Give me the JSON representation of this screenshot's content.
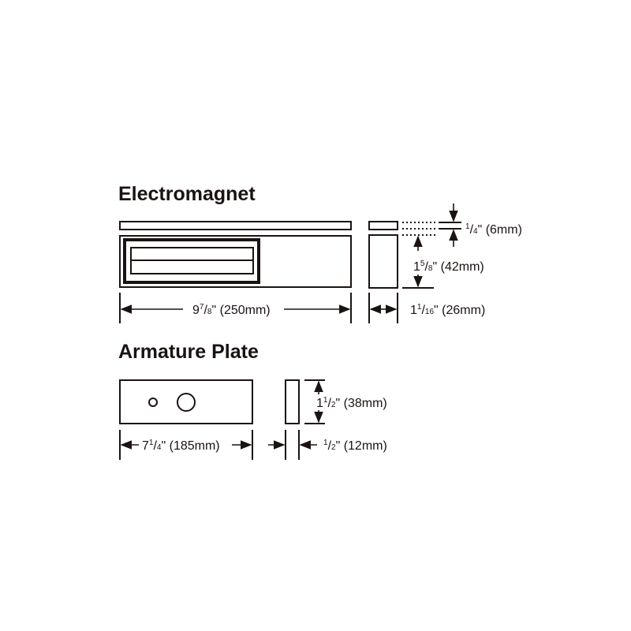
{
  "electromagnet": {
    "title": "Electromagnet",
    "length": {
      "whole": "9",
      "num": "7",
      "den": "8",
      "metric": "\" (250mm)"
    },
    "cover_thickness": {
      "whole": "",
      "num": "1",
      "den": "4",
      "metric": "\" (6mm)"
    },
    "height": {
      "whole": "1",
      "num": "5",
      "den": "8",
      "metric": "\" (42mm)"
    },
    "depth": {
      "whole": "1",
      "num": "1",
      "den": "16",
      "metric": "\" (26mm)"
    }
  },
  "armature_plate": {
    "title": "Armature Plate",
    "length": {
      "whole": "7",
      "num": "1",
      "den": "4",
      "metric": "\" (185mm)"
    },
    "height": {
      "whole": "1",
      "num": "1",
      "den": "2",
      "metric": "\" (38mm)"
    },
    "thickness": {
      "whole": "",
      "num": "1",
      "den": "2",
      "metric": "\" (12mm)"
    }
  }
}
